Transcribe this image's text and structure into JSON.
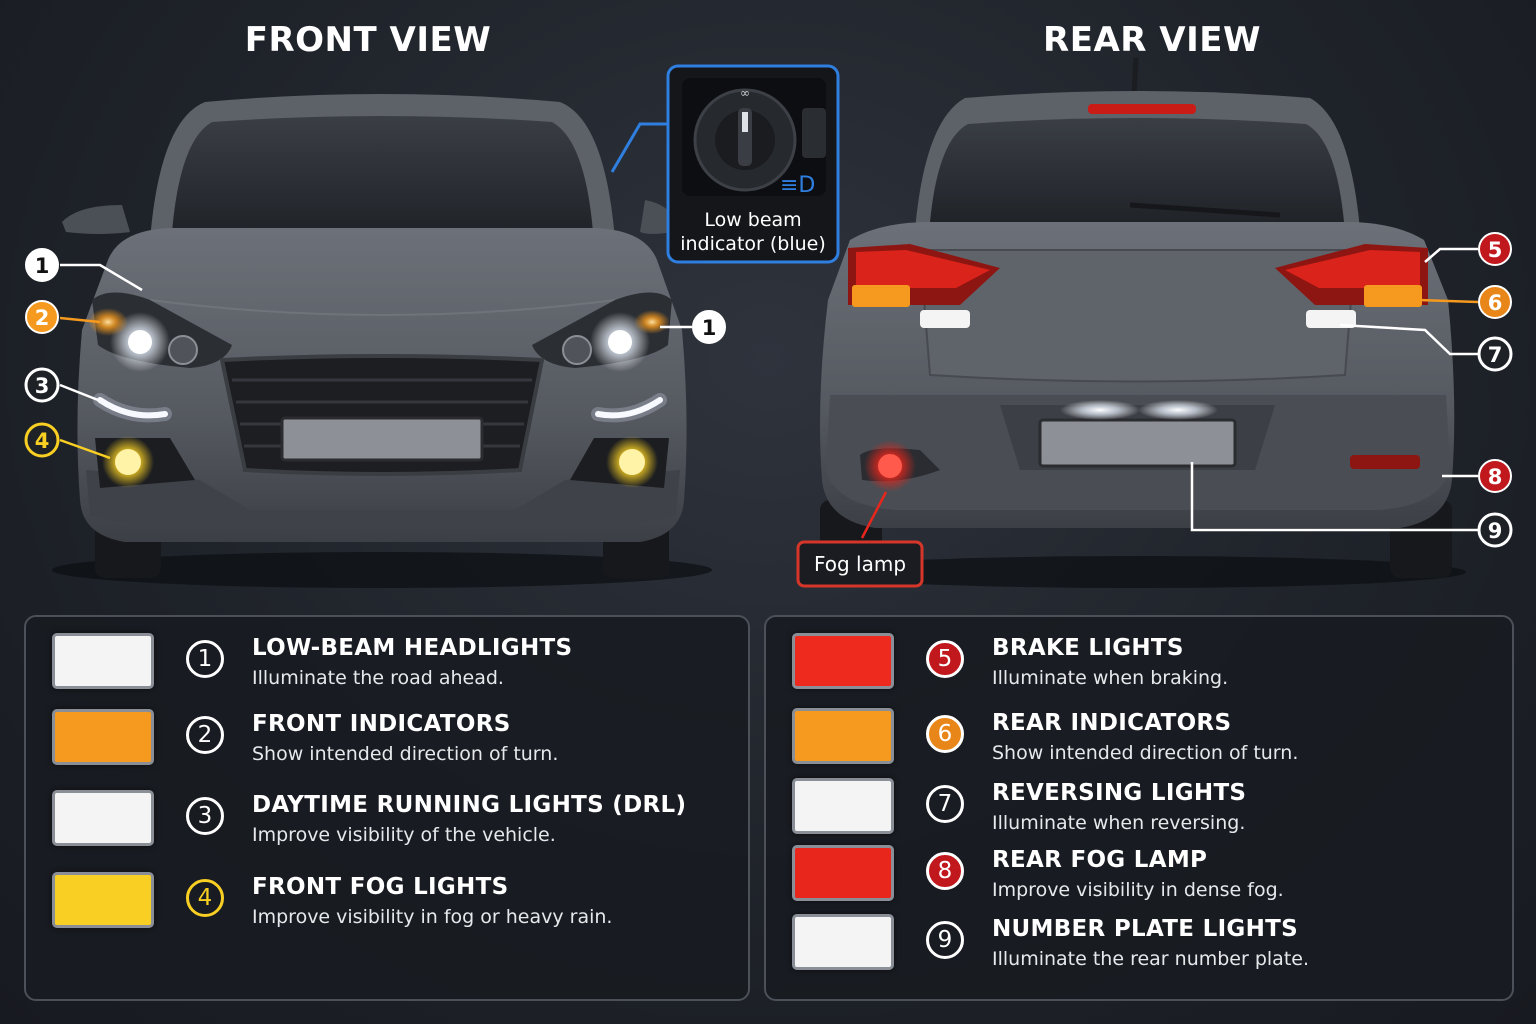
{
  "titles": {
    "front": "FRONT VIEW",
    "rear": "REAR VIEW"
  },
  "callouts": {
    "low_beam_line1": "Low beam",
    "low_beam_line2": "indicator (blue)",
    "fog_lamp": "Fog lamp"
  },
  "markers": {
    "front": [
      "1",
      "2",
      "1",
      "3",
      "4"
    ],
    "rear": [
      "5",
      "6",
      "7",
      "8",
      "9"
    ]
  },
  "colors": {
    "white": "#f4f4f4",
    "amber": "#f59a1e",
    "yellow": "#f8cf22",
    "red": "#e8261c",
    "dark_red": "#c0181c",
    "blue": "#2f7fe0"
  },
  "legend_front": [
    {
      "num": "1",
      "title": "LOW-BEAM HEADLIGHTS",
      "desc": "Illuminate the road ahead.",
      "color": "#f4f4f4",
      "ring": "#ffffff",
      "fill": ""
    },
    {
      "num": "2",
      "title": "FRONT INDICATORS",
      "desc": "Show intended direction of turn.",
      "color": "#f59a1e",
      "ring": "#ffffff",
      "fill": ""
    },
    {
      "num": "3",
      "title": "DAYTIME RUNNING LIGHTS (DRL)",
      "desc": "Improve visibility of the vehicle.",
      "color": "#f4f4f4",
      "ring": "#ffffff",
      "fill": ""
    },
    {
      "num": "4",
      "title": "FRONT FOG LIGHTS",
      "desc": "Improve visibility in fog or heavy rain.",
      "color": "#f8cf22",
      "ring": "#f8cf22",
      "fill": ""
    }
  ],
  "legend_rear": [
    {
      "num": "5",
      "title": "BRAKE LIGHTS",
      "desc": "Illuminate when braking.",
      "color": "#ee2a1e",
      "ring": "#ffffff",
      "fill": "#c0181c"
    },
    {
      "num": "6",
      "title": "REAR INDICATORS",
      "desc": "Show intended direction of turn.",
      "color": "#f59a1e",
      "ring": "#ffffff",
      "fill": "#e8861a"
    },
    {
      "num": "7",
      "title": "REVERSING LIGHTS",
      "desc": "Illuminate when reversing.",
      "color": "#f4f4f4",
      "ring": "#ffffff",
      "fill": ""
    },
    {
      "num": "8",
      "title": "REAR FOG LAMP",
      "desc": "Improve visibility in dense fog.",
      "color": "#e8261c",
      "ring": "#ffffff",
      "fill": "#c0181c"
    },
    {
      "num": "9",
      "title": "NUMBER PLATE LIGHTS",
      "desc": "Illuminate the rear number plate.",
      "color": "#f4f4f4",
      "ring": "#ffffff",
      "fill": ""
    }
  ]
}
